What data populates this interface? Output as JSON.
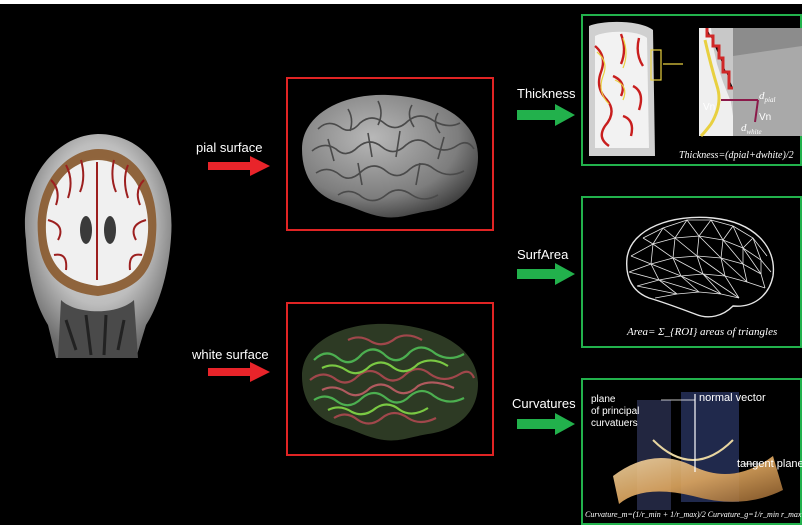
{
  "labels": {
    "pial_surface": "pial surface",
    "white_surface": "white surface",
    "thickness": "Thickness",
    "surf_area": "SurfArea",
    "curvatures": "Curvatures"
  },
  "thickness_panel": {
    "vn_left": "Vn",
    "vn_right": "Vn",
    "d_pial": "d",
    "d_pial_sub": "pial",
    "d_white": "d",
    "d_white_sub": "white",
    "formula": "Thickness=(dpial+dwhite)/2"
  },
  "surfarea_panel": {
    "formula": "Area= Σ_{ROI} areas of triangles"
  },
  "curvature_panel": {
    "plane_label_1": "plane",
    "plane_label_2": "of principal",
    "plane_label_3": "curvatuers",
    "normal_vector": "normal vector",
    "tangent_plane": "tangent plane",
    "formula": "Curvature_m=(1/r_min + 1/r_max)/2  Curvature_g=1/r_min r_max"
  },
  "colors": {
    "red_border": "#e02424",
    "green_border": "#22b14c",
    "red_arrow": "#e8242a",
    "green_arrow": "#22b14c"
  }
}
